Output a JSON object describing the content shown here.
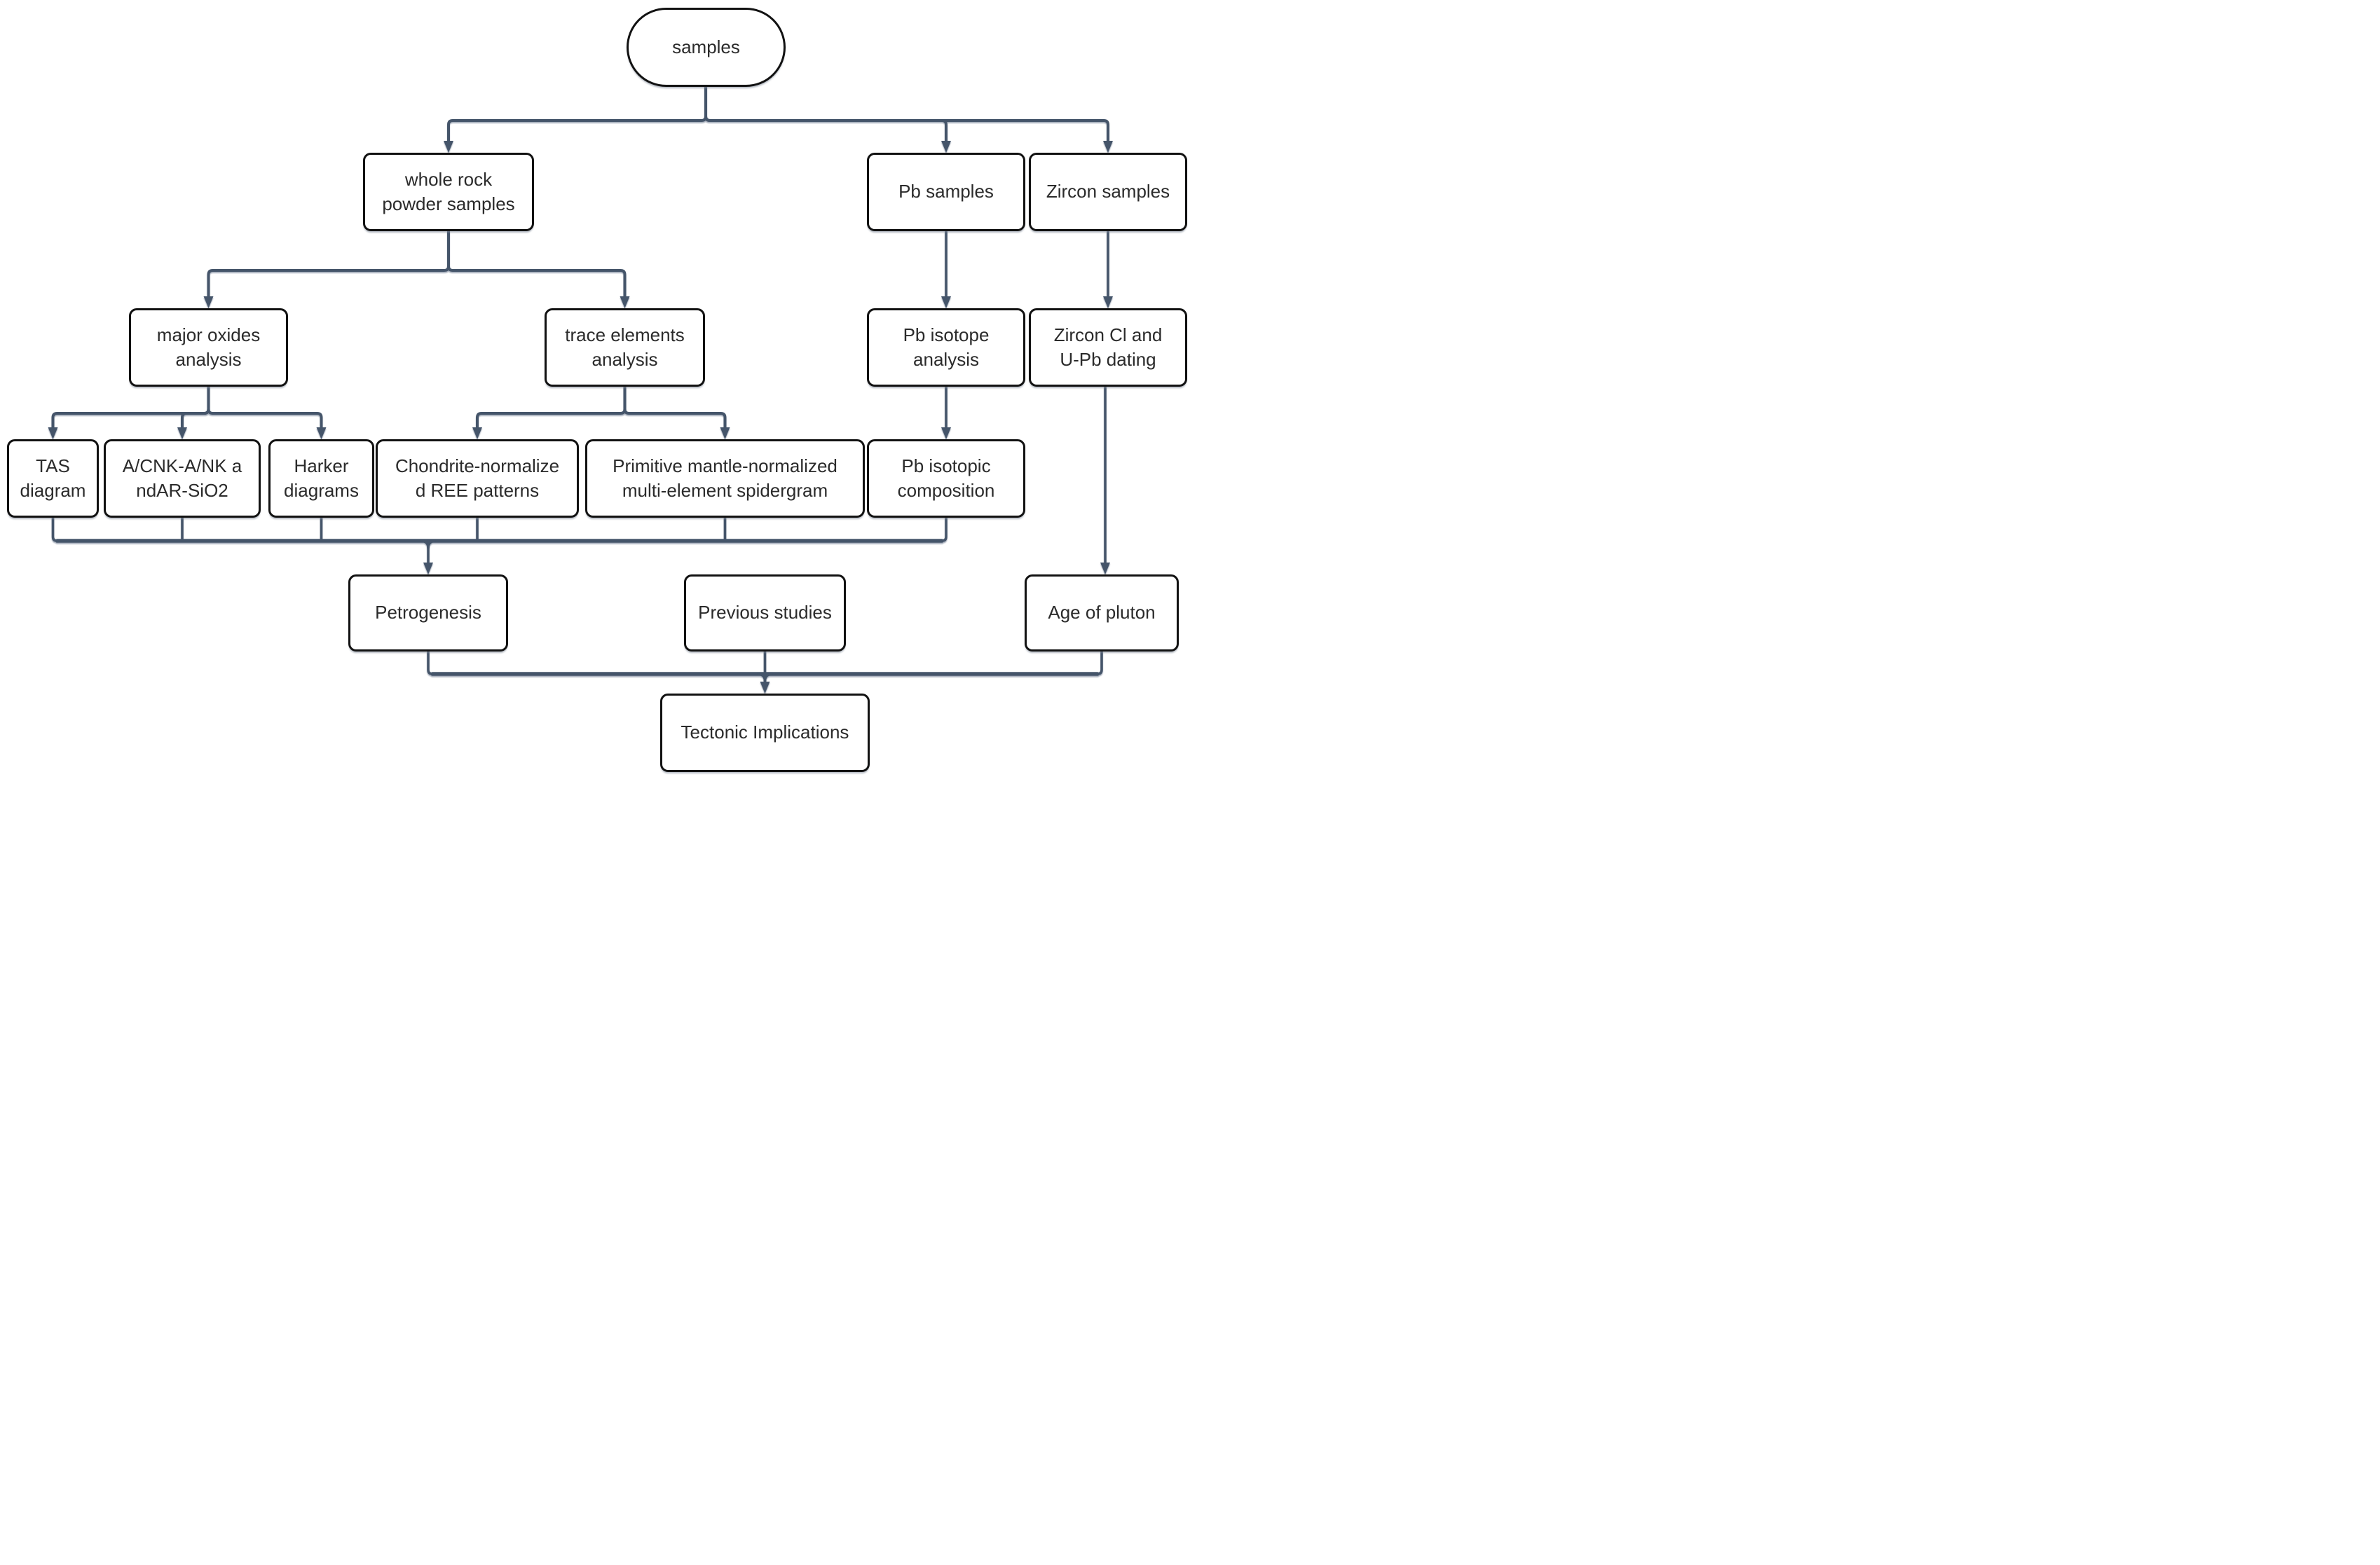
{
  "diagram": {
    "type": "flowchart",
    "nodes": {
      "samples": {
        "label": "samples",
        "shape": "stadium"
      },
      "whole_rock": {
        "label": "whole rock\npowder samples",
        "shape": "rect"
      },
      "pb_samples": {
        "label": "Pb samples",
        "shape": "rect"
      },
      "zircon_samples": {
        "label": "Zircon samples",
        "shape": "rect"
      },
      "major_oxides": {
        "label": "major oxides\nanalysis",
        "shape": "rect"
      },
      "trace_elements": {
        "label": "trace elements\nanalysis",
        "shape": "rect"
      },
      "pb_isotope_analysis": {
        "label": "Pb isotope\nanalysis",
        "shape": "rect"
      },
      "zircon_dating": {
        "label": "Zircon Cl and\nU-Pb dating",
        "shape": "rect"
      },
      "tas": {
        "label": "TAS\ndiagram",
        "shape": "rect"
      },
      "acnk": {
        "label": "A/CNK-A/NK a\nndAR-SiO2",
        "shape": "rect"
      },
      "harker": {
        "label": "Harker\ndiagrams",
        "shape": "rect"
      },
      "chondrite": {
        "label": "Chondrite-normalize\nd REE patterns",
        "shape": "rect"
      },
      "spidergram": {
        "label": "Primitive mantle-normalized\nmulti-element spidergram",
        "shape": "rect"
      },
      "pb_isotopic_composition": {
        "label": "Pb isotopic\ncomposition",
        "shape": "rect"
      },
      "petrogenesis": {
        "label": "Petrogenesis",
        "shape": "rect"
      },
      "previous_studies": {
        "label": "Previous studies",
        "shape": "rect"
      },
      "age_of_pluton": {
        "label": "Age of pluton",
        "shape": "rect"
      },
      "tectonic": {
        "label": "Tectonic Implications",
        "shape": "rect"
      }
    },
    "edges": [
      {
        "from": "samples",
        "to": "whole_rock"
      },
      {
        "from": "samples",
        "to": "pb_samples"
      },
      {
        "from": "samples",
        "to": "zircon_samples"
      },
      {
        "from": "whole_rock",
        "to": "major_oxides"
      },
      {
        "from": "whole_rock",
        "to": "trace_elements"
      },
      {
        "from": "major_oxides",
        "to": "tas"
      },
      {
        "from": "major_oxides",
        "to": "acnk"
      },
      {
        "from": "major_oxides",
        "to": "harker"
      },
      {
        "from": "trace_elements",
        "to": "chondrite"
      },
      {
        "from": "trace_elements",
        "to": "spidergram"
      },
      {
        "from": "pb_samples",
        "to": "pb_isotope_analysis"
      },
      {
        "from": "pb_isotope_analysis",
        "to": "pb_isotopic_composition"
      },
      {
        "from": "zircon_samples",
        "to": "zircon_dating"
      },
      {
        "from": "zircon_dating",
        "to": "age_of_pluton"
      },
      {
        "from": "tas",
        "to": "petrogenesis"
      },
      {
        "from": "acnk",
        "to": "petrogenesis"
      },
      {
        "from": "harker",
        "to": "petrogenesis"
      },
      {
        "from": "chondrite",
        "to": "petrogenesis"
      },
      {
        "from": "spidergram",
        "to": "petrogenesis"
      },
      {
        "from": "pb_isotopic_composition",
        "to": "petrogenesis"
      },
      {
        "from": "petrogenesis",
        "to": "tectonic"
      },
      {
        "from": "previous_studies",
        "to": "tectonic"
      },
      {
        "from": "age_of_pluton",
        "to": "tectonic"
      }
    ]
  },
  "colors": {
    "connector": "#44546A",
    "box_border": "#121212",
    "box_fill": "#ffffff",
    "text": "#2b2b2b"
  }
}
